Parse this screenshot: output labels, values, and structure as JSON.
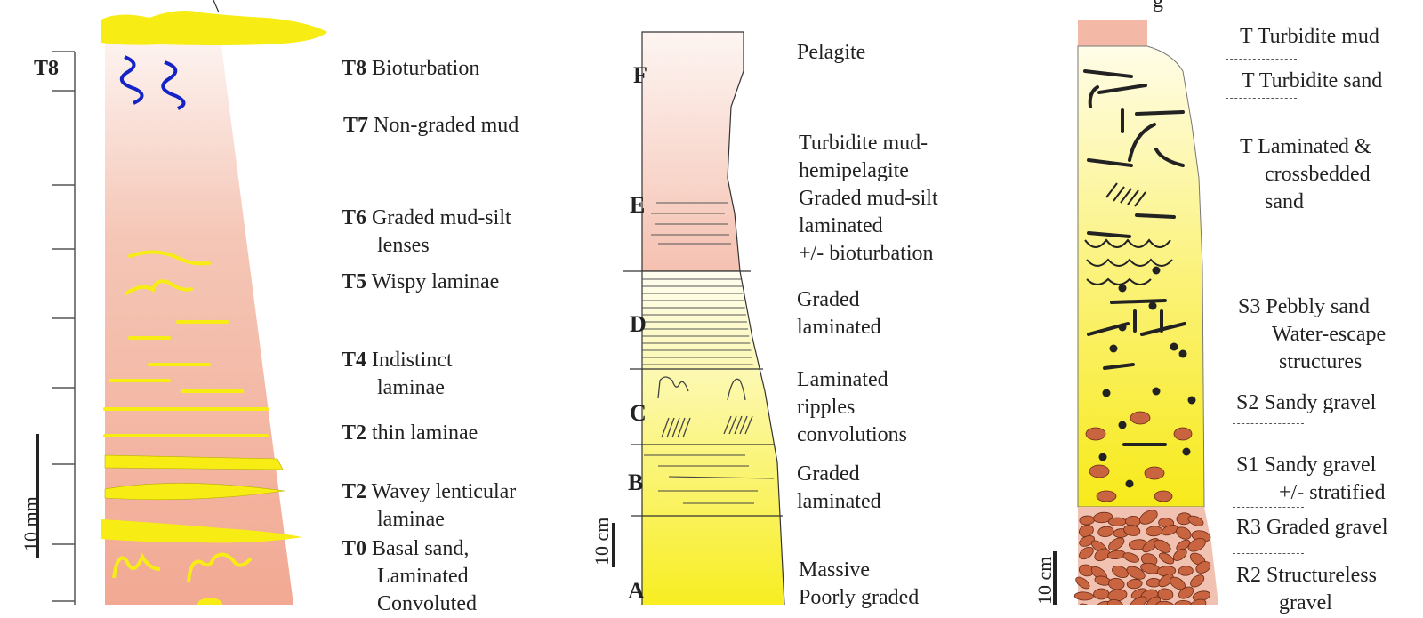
{
  "colors": {
    "mud": "#f3b9a6",
    "mud_light": "#fdf0ec",
    "sand": "#f8ef2a",
    "sand_light": "#fdfbd6",
    "gravel": "#c8643f",
    "burrow": "#1423c8"
  },
  "left_column": {
    "tick_label": "T8",
    "scale_label": "10 mm",
    "labels": [
      {
        "code": "T8",
        "text": "Bioturbation"
      },
      {
        "code": "T7",
        "text": "Non-graded mud"
      },
      {
        "code": "T6",
        "text": "Graded mud-silt",
        "text2": "lenses"
      },
      {
        "code": "T5",
        "text": "Wispy laminae"
      },
      {
        "code": "T4",
        "text": "Indistinct",
        "text2": "laminae"
      },
      {
        "code": "T2",
        "text": "thin laminae"
      },
      {
        "code": "T2",
        "text": "Wavey lenticular",
        "text2": "laminae"
      },
      {
        "code": "T0",
        "text": "Basal sand,",
        "text2": "Laminated",
        "text3": "Convoluted"
      }
    ]
  },
  "middle_column": {
    "scale_label": "10 cm",
    "letters": [
      "F",
      "E",
      "D",
      "C",
      "B",
      "A"
    ],
    "labels": [
      {
        "lines": [
          "Pelagite"
        ]
      },
      {
        "lines": [
          "Turbidite mud-",
          "hemipelagite",
          "Graded mud-silt",
          "laminated",
          "+/- bioturbation"
        ]
      },
      {
        "lines": [
          "Graded",
          "laminated"
        ]
      },
      {
        "lines": [
          "Laminated",
          "ripples",
          "convolutions"
        ]
      },
      {
        "lines": [
          "Graded",
          "laminated"
        ]
      },
      {
        "lines": [
          "Massive",
          "Poorly graded"
        ]
      }
    ]
  },
  "right_column": {
    "scale_label": "10 cm",
    "labels": [
      {
        "lines": [
          "T Turbidite mud"
        ]
      },
      {
        "lines": [
          "T Turbidite sand"
        ]
      },
      {
        "lines": [
          "T Laminated &",
          "crossbedded",
          "sand"
        ]
      },
      {
        "lines": [
          "S3 Pebbly sand",
          "Water-escape",
          "structures"
        ]
      },
      {
        "lines": [
          "S2 Sandy gravel"
        ]
      },
      {
        "lines": [
          "S1 Sandy gravel",
          "+/- stratified"
        ]
      },
      {
        "lines": [
          "R3 Graded gravel"
        ]
      },
      {
        "lines": [
          "R2 Structureless",
          "gravel"
        ]
      }
    ]
  },
  "top_right_partial": "g"
}
